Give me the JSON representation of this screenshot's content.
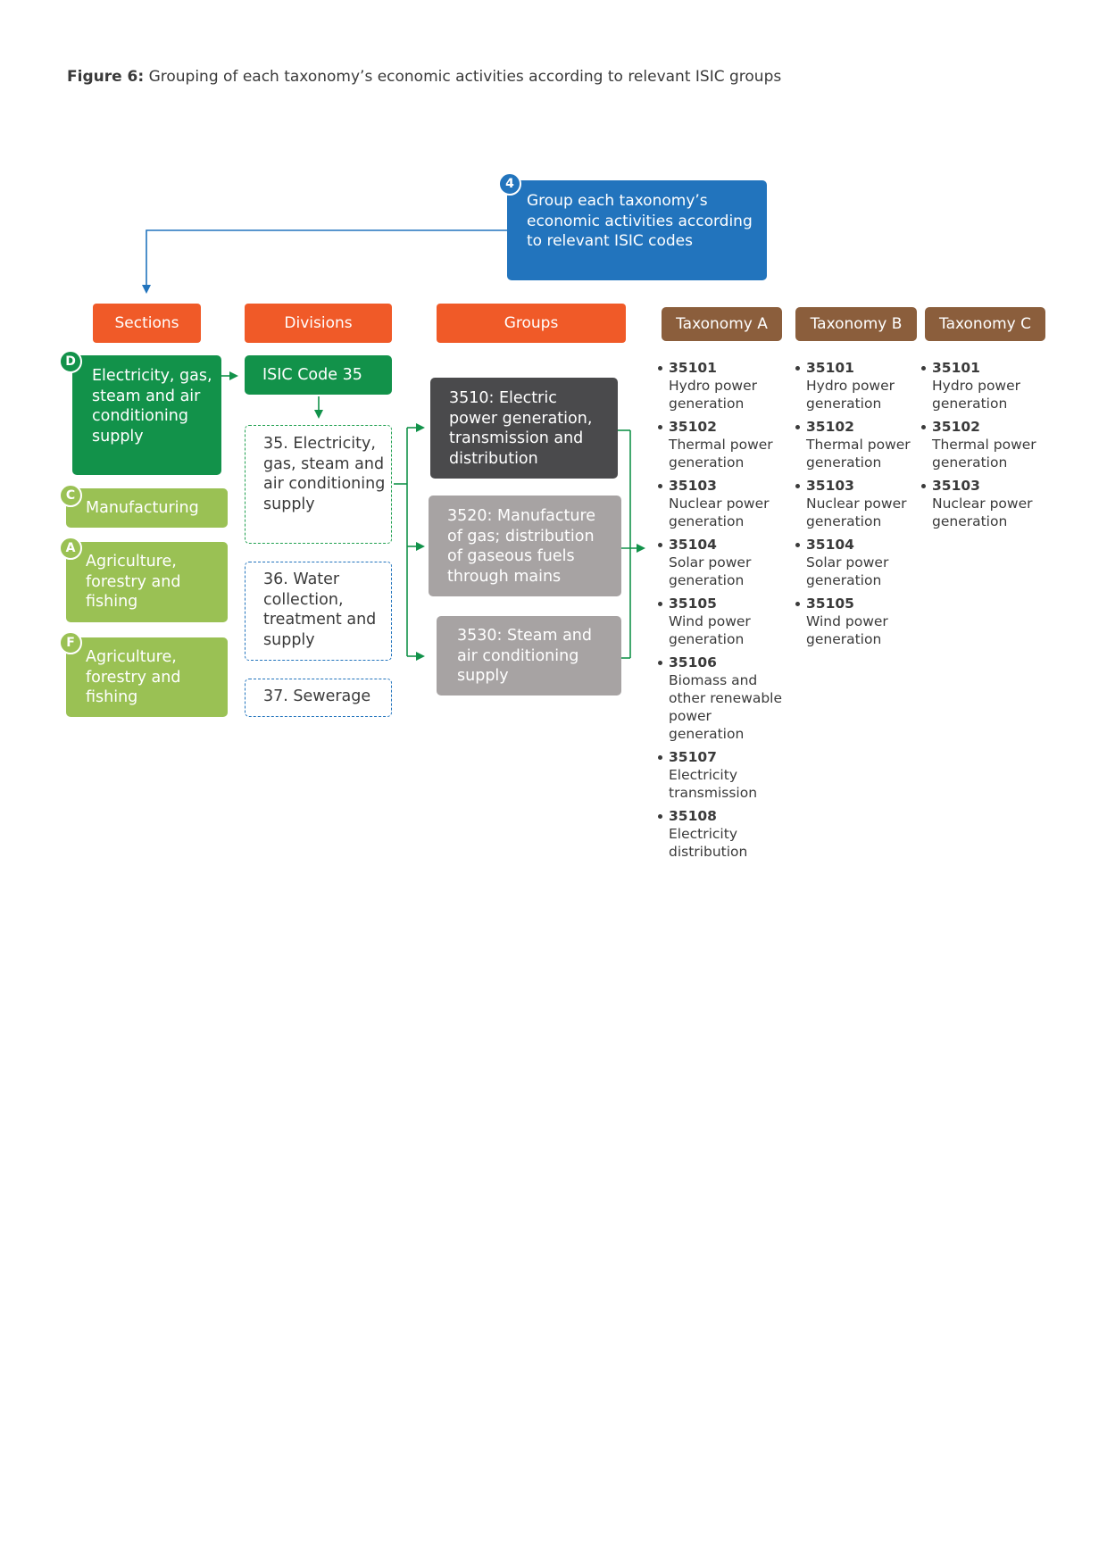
{
  "caption": {
    "label": "Figure 6:",
    "text": "Grouping of each taxonomy’s economic activities according to relevant ISIC groups"
  },
  "step": {
    "number": "4",
    "text": "Group each taxonomy’s economic activities according to relevant ISIC codes"
  },
  "headers": {
    "sections": "Sections",
    "divisions": "Divisions",
    "groups": "Groups",
    "taxonomy_a": "Taxonomy A",
    "taxonomy_b": "Taxonomy B",
    "taxonomy_c": "Taxonomy C"
  },
  "sections": [
    {
      "letter": "D",
      "label": "Electricity, gas, steam and air conditioning supply"
    },
    {
      "letter": "C",
      "label": "Manufacturing"
    },
    {
      "letter": "A",
      "label": "Agriculture, forestry and fishing"
    },
    {
      "letter": "F",
      "label": "Agriculture, forestry and fishing"
    }
  ],
  "divisions": {
    "isic_code": "ISIC Code 35",
    "items": [
      {
        "label": "35. Electricity, gas, steam and air conditioning supply"
      },
      {
        "label": "36. Water collection, treatment and supply"
      },
      {
        "label": "37. Sewerage"
      }
    ]
  },
  "groups": [
    {
      "label": "3510: Electric power generation, transmission and distribution"
    },
    {
      "label": "3520: Manufacture of gas; distribution of gaseous fuels through mains"
    },
    {
      "label": "3530: Steam and air conditioning supply"
    }
  ],
  "taxonomies": {
    "a": [
      {
        "code": "35101",
        "label": "Hydro power generation"
      },
      {
        "code": "35102",
        "label": "Thermal power generation"
      },
      {
        "code": "35103",
        "label": "Nuclear power generation"
      },
      {
        "code": "35104",
        "label": "Solar power generation"
      },
      {
        "code": "35105",
        "label": "Wind power generation"
      },
      {
        "code": "35106",
        "label": "Biomass and other renewable power generation"
      },
      {
        "code": "35107",
        "label": "Electricity transmission"
      },
      {
        "code": "35108",
        "label": "Electricity distribution"
      }
    ],
    "b": [
      {
        "code": "35101",
        "label": "Hydro power generation"
      },
      {
        "code": "35102",
        "label": "Thermal power generation"
      },
      {
        "code": "35103",
        "label": "Nuclear power generation"
      },
      {
        "code": "35104",
        "label": "Solar power generation"
      },
      {
        "code": "35105",
        "label": "Wind power generation"
      }
    ],
    "c": [
      {
        "code": "35101",
        "label": "Hydro power generation"
      },
      {
        "code": "35102",
        "label": "Thermal power generation"
      },
      {
        "code": "35103",
        "label": "Nuclear power generation"
      }
    ]
  },
  "colors": {
    "accent_blue": "#2274bd",
    "header_orange": "#f05a28",
    "dark_green": "#12924a",
    "light_green": "#9ac154",
    "taxonomy_brown": "#8b5e3c",
    "group_dark": "#4a4a4c",
    "group_grey": "#a7a3a3"
  }
}
